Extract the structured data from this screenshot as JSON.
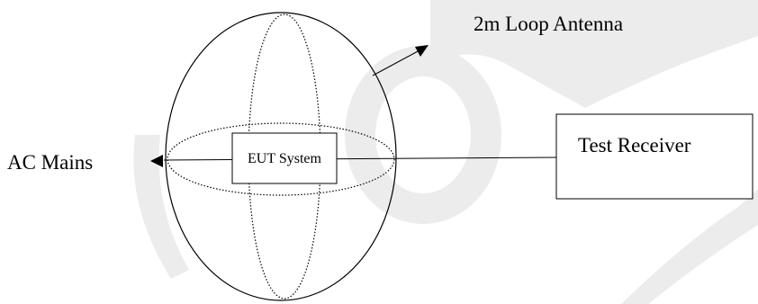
{
  "diagram": {
    "antenna_label": "2m Loop Antenna",
    "ac_mains_label": "AC Mains",
    "eut_label": "EUT System",
    "receiver_label": "Test Receiver"
  },
  "colors": {
    "line": "#000000",
    "watermark": "#ececec",
    "background": "#ffffff"
  }
}
